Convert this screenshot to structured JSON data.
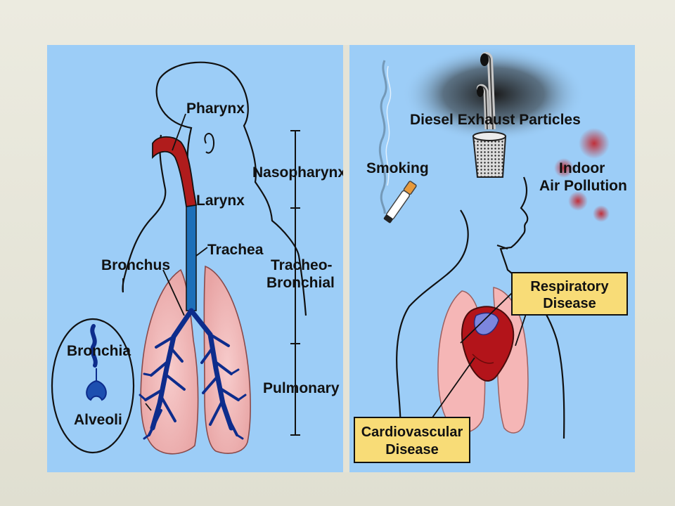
{
  "left_panel": {
    "labels": {
      "pharynx": "Pharynx",
      "larynx": "Larynx",
      "trachea": "Trachea",
      "bronchus": "Bronchus",
      "bronchia": "Bronchia",
      "alveoli": "Alveoli"
    },
    "regions": {
      "nasopharynx": "Nasopharynx",
      "tracheo_line1": "Tracheo-",
      "tracheo_line2": "Bronchial",
      "pulmonary": "Pulmonary"
    }
  },
  "right_panel": {
    "labels": {
      "diesel": "Diesel Exhaust Particles",
      "smoking": "Smoking",
      "indoor_line1": "Indoor",
      "indoor_line2": "Air Pollution"
    },
    "boxes": {
      "respiratory_line1": "Respiratory",
      "respiratory_line2": "Disease",
      "cardio_line1": "Cardiovascular",
      "cardio_line2": "Disease"
    }
  },
  "colors": {
    "panel_background": "#9ccdf7",
    "airway_red": "#b01c1c",
    "trachea_blue": "#1d6fb8",
    "lung_pink": "#f2b8b8",
    "bronchi_navy": "#0d2c8c",
    "heart_red": "#b3141a",
    "label_box": "#f8dc77"
  }
}
